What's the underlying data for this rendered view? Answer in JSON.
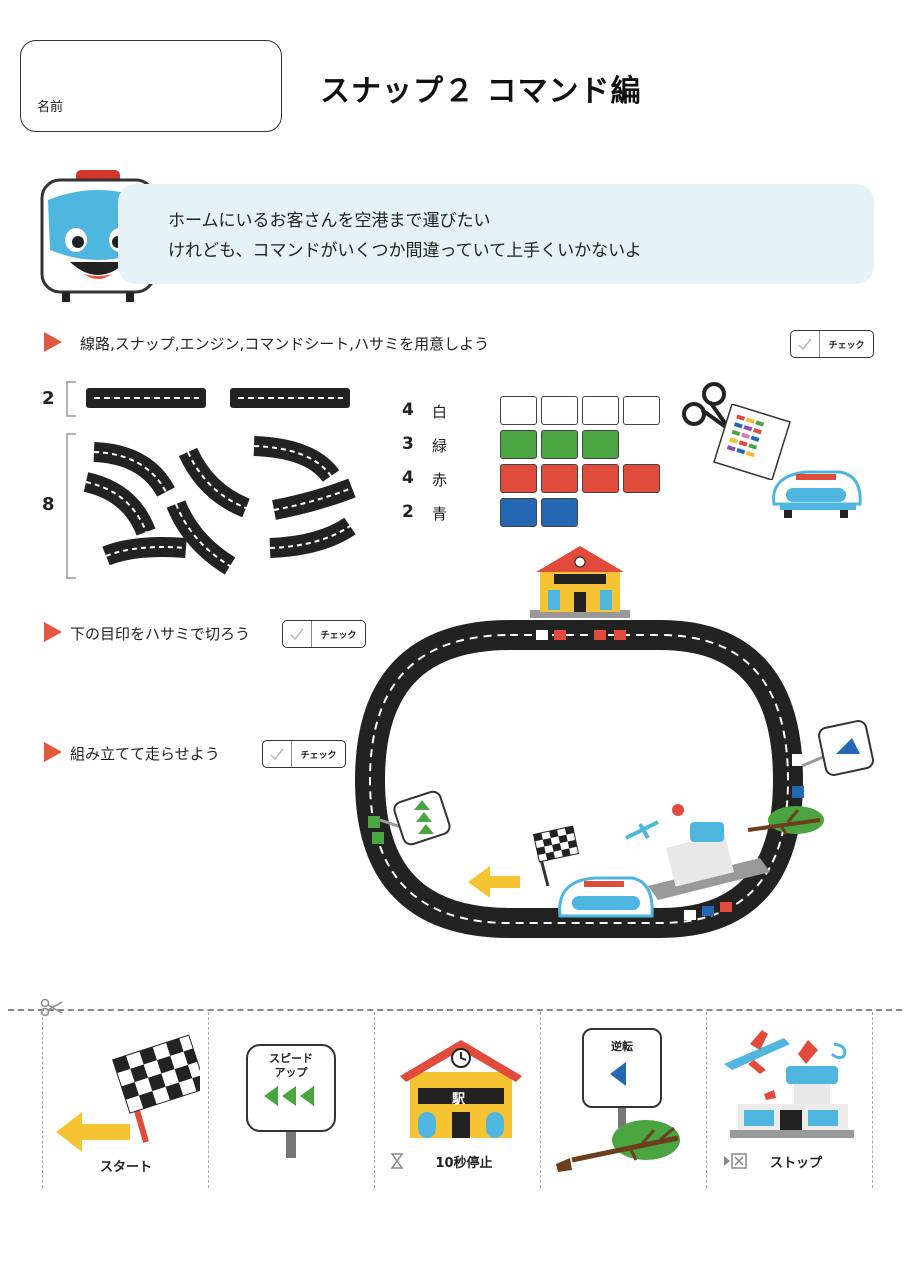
{
  "header": {
    "name_label": "名前",
    "title": "スナップ２ コマンド編"
  },
  "intro": {
    "line1": "ホームにいるお客さんを空港まで運びたい",
    "line2": "けれども、コマンドがいくつか間違っていて上手くいかないよ"
  },
  "steps": [
    {
      "text": "線路,スナップ,エンジン,コマンドシート,ハサミを用意しよう",
      "check": "チェック"
    },
    {
      "text": "下の目印をハサミで切ろう",
      "check": "チェック"
    },
    {
      "text": "組み立てて走らせよう",
      "check": "チェック"
    }
  ],
  "tracks": {
    "straight_count": "2",
    "curve_count": "8"
  },
  "snaps": [
    {
      "count": "4",
      "name": "白",
      "color": "#ffffff",
      "tiles": 4
    },
    {
      "count": "3",
      "name": "緑",
      "color": "#4aa541",
      "tiles": 3
    },
    {
      "count": "4",
      "name": "赤",
      "color": "#e04b3c",
      "tiles": 4
    },
    {
      "count": "2",
      "name": "青",
      "color": "#2467b3",
      "tiles": 2
    }
  ],
  "cards": [
    {
      "label": "スタート",
      "icon": "checkered-flag-icon"
    },
    {
      "label": "10秒停止",
      "icon": "station-icon",
      "sign": "駅",
      "sub_icon": "hourglass-icon"
    },
    {
      "label": "ストップ",
      "icon": "airport-icon",
      "sub_icon": "stop-icon"
    }
  ],
  "signs": {
    "speed_up": "スピード\nアップ",
    "reverse": "逆転"
  },
  "colors": {
    "accent": "#e2573f",
    "bubble": "#e5f2f7",
    "track": "#222222",
    "train": "#4fb6df"
  }
}
